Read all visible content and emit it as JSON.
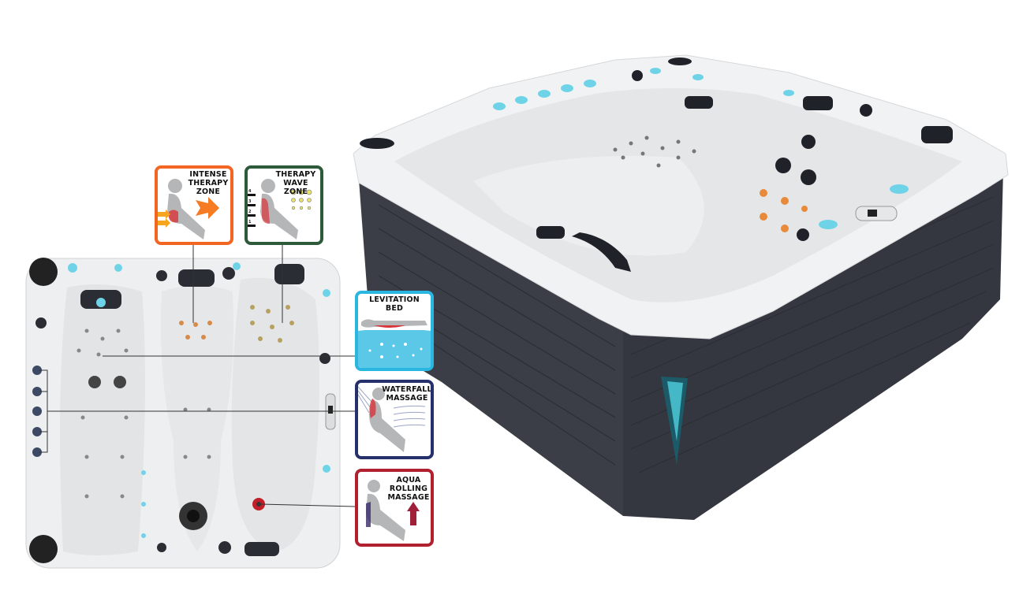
{
  "features": {
    "intense_therapy": {
      "title": "INTENSE THERAPY ZONE",
      "color": "#f26522"
    },
    "therapy_wave": {
      "title": "THERAPY WAVE ZONE",
      "color": "#2e5a3a",
      "arrow_numbers": [
        "4",
        "3",
        "2",
        "1"
      ]
    },
    "levitation_bed": {
      "title": "LEVITATION BED",
      "color": "#29b6e0"
    },
    "waterfall_massage": {
      "title": "WATERFALL MASSAGE",
      "color": "#26306b"
    },
    "aqua_rolling": {
      "title": "AQUA ROLLING MASSAGE",
      "color": "#b0202f"
    }
  },
  "colors": {
    "shell": "#f2f3f4",
    "cabinet": "#3a3d45",
    "light": "#6fd3e8"
  }
}
